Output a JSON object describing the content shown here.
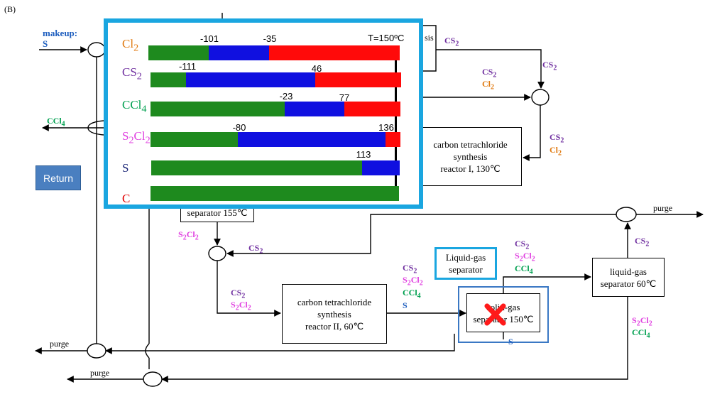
{
  "panel_label": "(B)",
  "makeup": {
    "title": "makeup:",
    "species": "S"
  },
  "return_button": "Return",
  "units": {
    "synthesis_top": "sis",
    "reactor1": [
      "carbon tetrachloride",
      "synthesis",
      "reactor I, 130℃"
    ],
    "reactor2": [
      "carbon tetrachloride",
      "synthesis",
      "reactor II, 60℃"
    ],
    "separator155": "separator 155℃",
    "solid_gas": [
      "solid-gas",
      "separator 150℃"
    ],
    "liquid_gas_60": [
      "liquid-gas",
      "separator 60℃"
    ],
    "liquid_gas_callout": [
      "Liquid-gas",
      "separator"
    ]
  },
  "stream_labels": {
    "cs2_top": "CS",
    "cs2_right": "CS",
    "cs2_mid_a": "CS",
    "cl2_mid_a": "Cl",
    "ccl4_left": "CCl",
    "cs2_reactor1": "CS",
    "cl2_reactor1": "Cl",
    "purge_right": "purge",
    "cs2_lg": "CS",
    "s2cl2_sep": "S",
    "cs2_mixer": "CS",
    "cs2_lg_in": "CS",
    "s2cl2_lg_in": "S",
    "ccl4_lg_in": "CCl",
    "cs2_sg_in": "CS",
    "s2cl2_sg_in": "S",
    "ccl4_sg_in": "CCl",
    "s_sg_in": "S",
    "cs2_r2_in": "CS",
    "s2cl2_r2_in": "S",
    "s_out": "S",
    "s2cl2_bottom": "S",
    "ccl4_bottom": "CCl",
    "purge_left1": "purge",
    "purge_left2": "purge"
  },
  "overlay": {
    "temperature_label": "T=150ºC",
    "rows": [
      {
        "name": "Cl",
        "sub": "2",
        "color": "#e07a10",
        "labels": [
          "-101",
          "-35"
        ]
      },
      {
        "name": "CS",
        "sub": "2",
        "color": "#7030a0",
        "labels": [
          "-111",
          "46"
        ]
      },
      {
        "name": "CCl",
        "sub": "4",
        "color": "#00a050",
        "labels": [
          "-23",
          "77"
        ]
      },
      {
        "name": "S",
        "sub": "2",
        "name2": "Cl",
        "sub2": "2",
        "color": "#e040e0",
        "labels": [
          "-80",
          "136"
        ]
      },
      {
        "name": "S",
        "sub": "",
        "color": "#1f2a7a",
        "labels": [
          "113"
        ]
      },
      {
        "name": "C",
        "sub": "",
        "color": "#e00000",
        "labels": []
      }
    ]
  },
  "colors": {
    "solid": "#1e8a1e",
    "liquid": "#1010e0",
    "gas": "#ff0a0a",
    "accent": "#1aa6e0"
  }
}
